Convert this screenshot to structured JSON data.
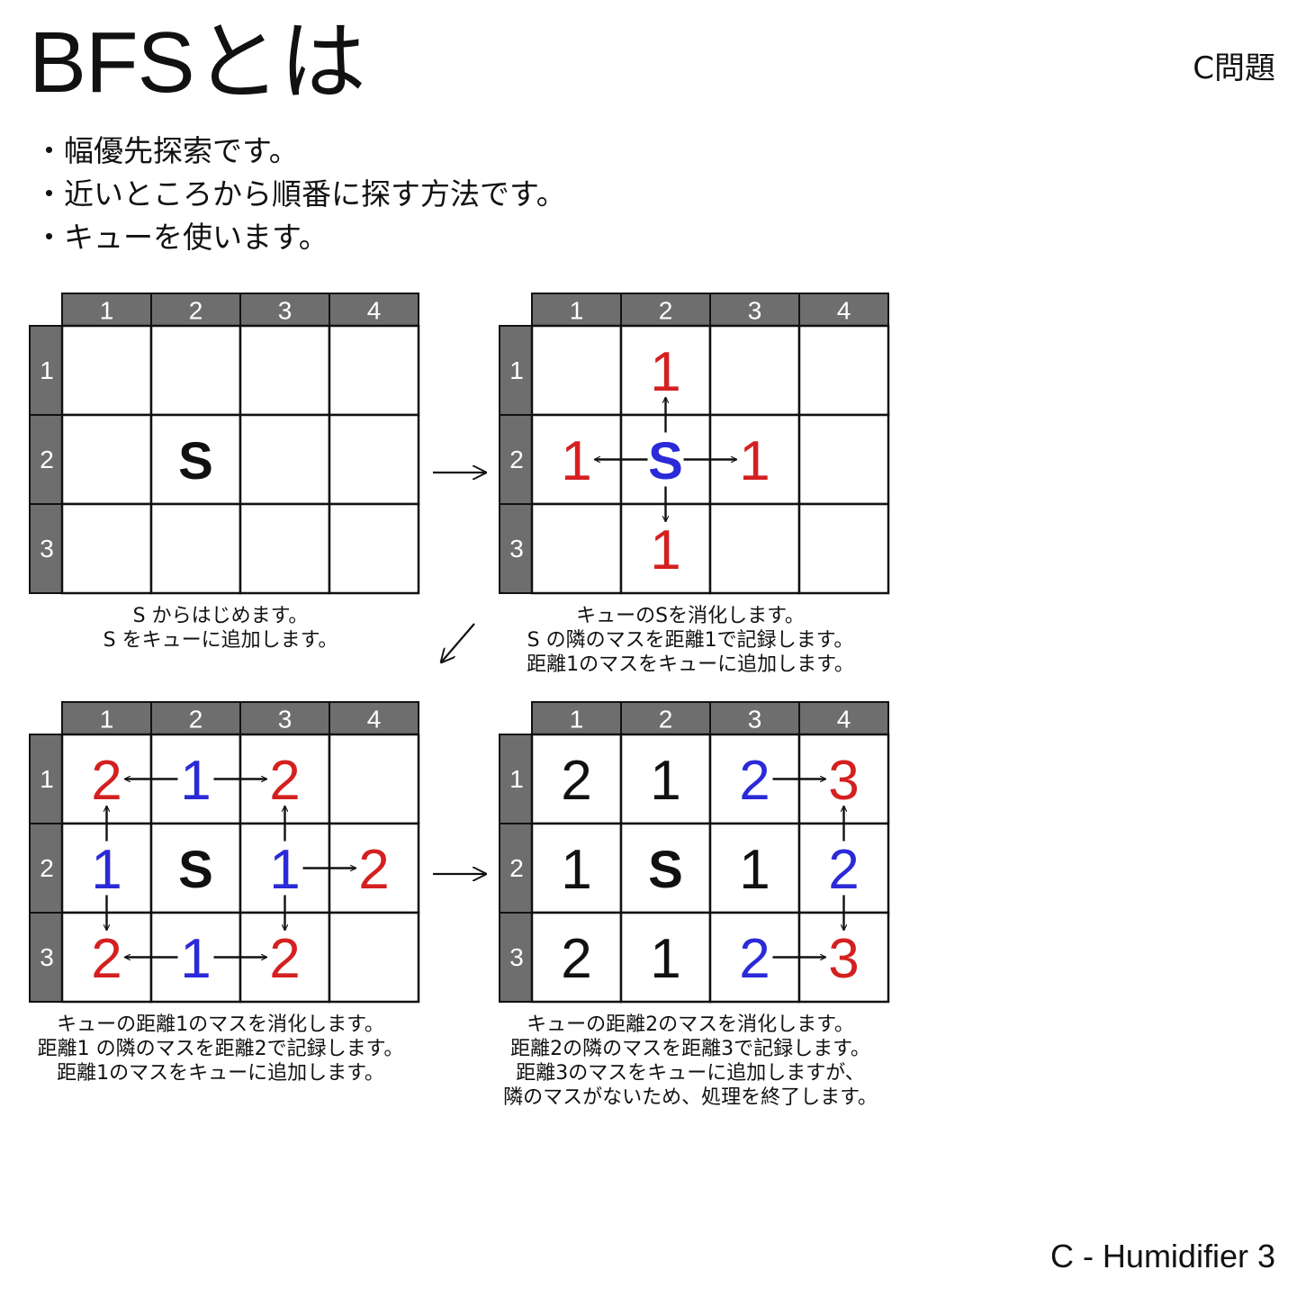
{
  "header": {
    "title": "BFSとは",
    "tag": "C問題"
  },
  "bullets": [
    "・幅優先探索です。",
    "・近いところから順番に探す方法です。",
    "・キューを使います。"
  ],
  "footer": "C - Humidifier 3",
  "colors": {
    "header_fill": "#6e6e6e",
    "header_text": "#ffffff",
    "grid_line": "#111111",
    "black": "#111111",
    "red": "#d42020",
    "blue": "#2a2ad8"
  },
  "grids": [
    {
      "id": "step1",
      "col_labels": [
        "1",
        "2",
        "3",
        "4"
      ],
      "row_labels": [
        "1",
        "2",
        "3"
      ],
      "cells": [
        {
          "r": 2,
          "c": 2,
          "v": "S",
          "color": "black",
          "bold": true
        }
      ],
      "arrows": [],
      "caption": [
        "S からはじめます。",
        "S をキューに追加します。"
      ]
    },
    {
      "id": "step2",
      "col_labels": [
        "1",
        "2",
        "3",
        "4"
      ],
      "row_labels": [
        "1",
        "2",
        "3"
      ],
      "cells": [
        {
          "r": 2,
          "c": 2,
          "v": "S",
          "color": "blue",
          "bold": true
        },
        {
          "r": 1,
          "c": 2,
          "v": "1",
          "color": "red"
        },
        {
          "r": 2,
          "c": 1,
          "v": "1",
          "color": "red"
        },
        {
          "r": 2,
          "c": 3,
          "v": "1",
          "color": "red"
        },
        {
          "r": 3,
          "c": 2,
          "v": "1",
          "color": "red"
        }
      ],
      "arrows": [
        {
          "from": [
            2,
            2
          ],
          "to": [
            1,
            2
          ]
        },
        {
          "from": [
            2,
            2
          ],
          "to": [
            2,
            1
          ]
        },
        {
          "from": [
            2,
            2
          ],
          "to": [
            2,
            3
          ]
        },
        {
          "from": [
            2,
            2
          ],
          "to": [
            3,
            2
          ]
        }
      ],
      "caption": [
        "キューのSを消化します。",
        "S の隣のマスを距離1で記録します。",
        "距離1のマスをキューに追加します。"
      ]
    },
    {
      "id": "step3",
      "col_labels": [
        "1",
        "2",
        "3",
        "4"
      ],
      "row_labels": [
        "1",
        "2",
        "3"
      ],
      "cells": [
        {
          "r": 2,
          "c": 2,
          "v": "S",
          "color": "black",
          "bold": true
        },
        {
          "r": 1,
          "c": 2,
          "v": "1",
          "color": "blue"
        },
        {
          "r": 2,
          "c": 1,
          "v": "1",
          "color": "blue"
        },
        {
          "r": 2,
          "c": 3,
          "v": "1",
          "color": "blue"
        },
        {
          "r": 3,
          "c": 2,
          "v": "1",
          "color": "blue"
        },
        {
          "r": 1,
          "c": 1,
          "v": "2",
          "color": "red"
        },
        {
          "r": 1,
          "c": 3,
          "v": "2",
          "color": "red"
        },
        {
          "r": 2,
          "c": 4,
          "v": "2",
          "color": "red"
        },
        {
          "r": 3,
          "c": 1,
          "v": "2",
          "color": "red"
        },
        {
          "r": 3,
          "c": 3,
          "v": "2",
          "color": "red"
        }
      ],
      "arrows": [
        {
          "from": [
            1,
            2
          ],
          "to": [
            1,
            1
          ]
        },
        {
          "from": [
            1,
            2
          ],
          "to": [
            1,
            3
          ]
        },
        {
          "from": [
            3,
            2
          ],
          "to": [
            3,
            1
          ]
        },
        {
          "from": [
            3,
            2
          ],
          "to": [
            3,
            3
          ]
        },
        {
          "from": [
            2,
            1
          ],
          "to": [
            1,
            1
          ]
        },
        {
          "from": [
            2,
            1
          ],
          "to": [
            3,
            1
          ]
        },
        {
          "from": [
            2,
            3
          ],
          "to": [
            1,
            3
          ]
        },
        {
          "from": [
            2,
            3
          ],
          "to": [
            3,
            3
          ]
        },
        {
          "from": [
            2,
            3
          ],
          "to": [
            2,
            4
          ]
        }
      ],
      "caption": [
        "キューの距離1のマスを消化します。",
        "距離1 の隣のマスを距離2で記録します。",
        "距離1のマスをキューに追加します。"
      ]
    },
    {
      "id": "step4",
      "col_labels": [
        "1",
        "2",
        "3",
        "4"
      ],
      "row_labels": [
        "1",
        "2",
        "3"
      ],
      "cells": [
        {
          "r": 1,
          "c": 1,
          "v": "2",
          "color": "black"
        },
        {
          "r": 1,
          "c": 2,
          "v": "1",
          "color": "black"
        },
        {
          "r": 1,
          "c": 3,
          "v": "2",
          "color": "blue"
        },
        {
          "r": 1,
          "c": 4,
          "v": "3",
          "color": "red"
        },
        {
          "r": 2,
          "c": 1,
          "v": "1",
          "color": "black"
        },
        {
          "r": 2,
          "c": 2,
          "v": "S",
          "color": "black",
          "bold": true
        },
        {
          "r": 2,
          "c": 3,
          "v": "1",
          "color": "black"
        },
        {
          "r": 2,
          "c": 4,
          "v": "2",
          "color": "blue"
        },
        {
          "r": 3,
          "c": 1,
          "v": "2",
          "color": "black"
        },
        {
          "r": 3,
          "c": 2,
          "v": "1",
          "color": "black"
        },
        {
          "r": 3,
          "c": 3,
          "v": "2",
          "color": "blue"
        },
        {
          "r": 3,
          "c": 4,
          "v": "3",
          "color": "red"
        }
      ],
      "arrows": [
        {
          "from": [
            1,
            3
          ],
          "to": [
            1,
            4
          ]
        },
        {
          "from": [
            3,
            3
          ],
          "to": [
            3,
            4
          ]
        },
        {
          "from": [
            2,
            4
          ],
          "to": [
            1,
            4
          ]
        },
        {
          "from": [
            2,
            4
          ],
          "to": [
            3,
            4
          ]
        }
      ],
      "caption": [
        "キューの距離2のマスを消化します。",
        "距離2の隣のマスを距離3で記録します。",
        "距離3のマスをキューに追加しますが、",
        "隣のマスがないため、処理を終了します。"
      ]
    }
  ],
  "flow_arrows": [
    {
      "id": "arrow-step1-to-step2",
      "direction": "right"
    },
    {
      "id": "arrow-step2-to-step3",
      "direction": "down-left"
    },
    {
      "id": "arrow-step3-to-step4",
      "direction": "right"
    }
  ]
}
